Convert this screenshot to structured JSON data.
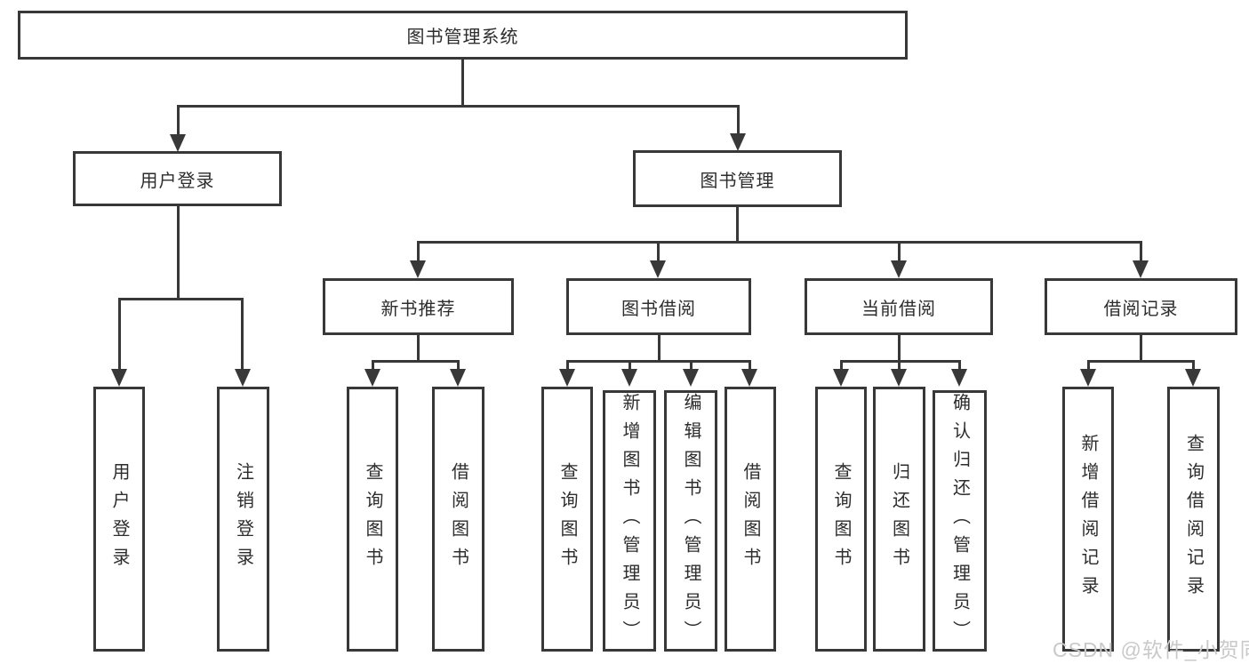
{
  "tree": {
    "root": "图书管理系统",
    "branches": [
      {
        "label": "用户登录",
        "leaves": [
          "用户登录",
          "注销登录"
        ]
      },
      {
        "label": "图书管理",
        "sub": [
          {
            "label": "新书推荐",
            "leaves": [
              "查询图书",
              "借阅图书"
            ]
          },
          {
            "label": "图书借阅",
            "leaves": [
              "查询图书",
              "新增图书（管理员）",
              "编辑图书（管理员）",
              "借阅图书"
            ]
          },
          {
            "label": "当前借阅",
            "leaves": [
              "查询图书",
              "归还图书",
              "确认归还（管理员）"
            ]
          },
          {
            "label": "借阅记录",
            "leaves": [
              "新增借阅记录",
              "查询借阅记录"
            ]
          }
        ]
      }
    ]
  },
  "watermark": {
    "text": "CSDN @软件_小贺同学"
  },
  "colors": {
    "line": "#383838",
    "text": "#2d2d2d",
    "watermark": "#c9c9c9",
    "background": "#ffffff"
  }
}
